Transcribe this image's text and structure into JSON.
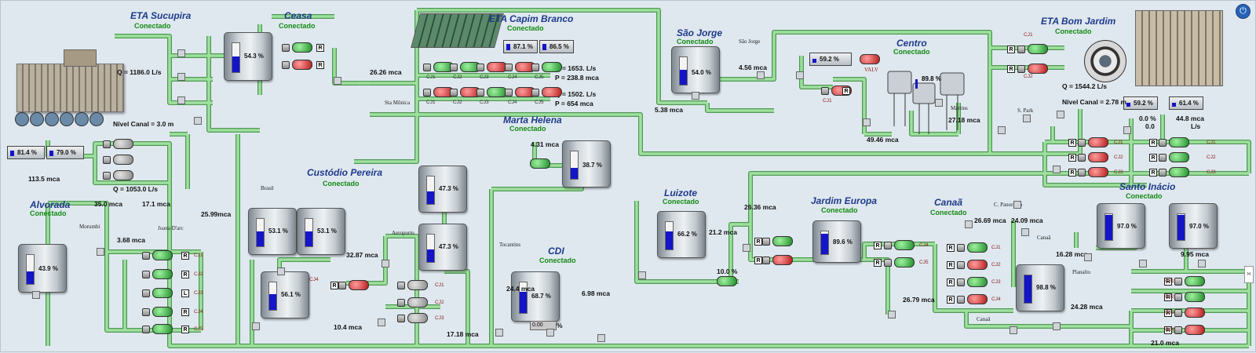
{
  "stations": {
    "sucupira": {
      "title": "ETA Sucupira",
      "status": "Conectado"
    },
    "ceasa": {
      "title": "Ceasa",
      "status": "Conectado"
    },
    "capim_branco": {
      "title": "ETA Capim Branco",
      "status": "Conectado"
    },
    "sao_jorge": {
      "title": "São Jorge",
      "status": "Conectado"
    },
    "centro": {
      "title": "Centro",
      "status": "Conectado"
    },
    "bom_jardim": {
      "title": "ETA Bom Jardim",
      "status": "Conectado"
    },
    "marta_helena": {
      "title": "Marta Helena",
      "status": "Conectado"
    },
    "custodio": {
      "title": "Custódio Pereira",
      "status": "Conectado"
    },
    "alvorada": {
      "title": "Alvorada",
      "status": "Conectado"
    },
    "luizote": {
      "title": "Luizote",
      "status": "Conectado"
    },
    "jardim_europa": {
      "title": "Jardim Europa",
      "status": "Conectado"
    },
    "canaa": {
      "title": "Canaã",
      "status": "Conectado"
    },
    "santo_inacio": {
      "title": "Santo Inácio",
      "status": "Conectado"
    },
    "cdi": {
      "title": "CDI",
      "status": "Conectado"
    }
  },
  "tanks": {
    "ceasa": {
      "label": "54.3  %",
      "level": 0.54
    },
    "sao_jorge": {
      "label": "54.0  %",
      "level": 0.54
    },
    "centro_a": {
      "label": "89.8 %",
      "level": 0.9
    },
    "marta_helena": {
      "label": "38.7  %",
      "level": 0.39
    },
    "custodio_top": {
      "label": "47.3  %",
      "level": 0.47
    },
    "custodio_mid": {
      "label": "47.3  %",
      "level": 0.47
    },
    "custodio_1": {
      "label": "53.1  %",
      "level": 0.53
    },
    "custodio_2": {
      "label": "53.1  %",
      "level": 0.53
    },
    "custodio_cj4": {
      "label": "56.1  %",
      "level": 0.56
    },
    "alvorada": {
      "label": "43.9  %",
      "level": 0.44
    },
    "cdi": {
      "label": "68.7  %",
      "level": 0.69
    },
    "luizote": {
      "label": "66.2  %",
      "level": 0.66
    },
    "jardim_europa": {
      "label": "89.6  %",
      "level": 0.9
    },
    "canaa": {
      "label": "98.8  %",
      "level": 0.99
    },
    "santo_inacio_1": {
      "label": "97.0  %",
      "level": 0.97
    },
    "santo_inacio_2": {
      "label": "97.0  %",
      "level": 0.97
    }
  },
  "gauges": {
    "sucupira_1": {
      "label": "81.4  %",
      "level": 0.81
    },
    "sucupira_2": {
      "label": "79.0  %",
      "level": 0.79
    },
    "capim_1": {
      "label": "87.1  %",
      "level": 0.87
    },
    "capim_2": {
      "label": "86.5  %",
      "level": 0.86
    },
    "centro_valv": {
      "label": "59.2  %",
      "level": 0.59
    },
    "bom_jardim_1": {
      "label": "59.2  %",
      "level": 0.59
    },
    "bom_jardim_2": {
      "label": "61.4  %",
      "level": 0.61
    },
    "cdi_valve": {
      "label": "0.00",
      "level": 0.0
    }
  },
  "readings": {
    "suc_q1": "Q = 1186.0  L/s",
    "suc_level": "Nível Canal = 3.0    m",
    "suc_q2": "Q = 1053.0 L/s",
    "mca_113": "113.5 mca",
    "mca_35": "35.0 mca",
    "mca_171": "17.1 mca",
    "mca_2599": "25.99mca",
    "mca_368": "3.68 mca",
    "mca_2626": "26.26 mca",
    "cb_q1": "Q = 1653.  L/s",
    "cb_p1": "P = 238.8 mca",
    "cb_q2": "Q = 1502.  L/s",
    "cb_p2": "P = 654  mca",
    "mca_538": "5.38 mca",
    "mca_456": "4.56 mca",
    "mca_431": "4.31 mca",
    "mca_2718": "27.18 mca",
    "mca_4946": "49.46 mca",
    "bj_q": "Q = 1544.2 L/s",
    "bj_level": "Nível Canal = 2.78  m",
    "bj_pct": "0.0 %",
    "bj_mca": "44.8 mca",
    "bj_zero": "0.0",
    "bj_ls": "L/s",
    "mca_2636": "26.36 mca",
    "mca_212": "21.2 mca",
    "mca_100": "10.0 %",
    "mca_3287": "32.87 mca",
    "mca_104": "10.4 mca",
    "mca_1718": "17.18 mca",
    "mca_244": "24.4 mca",
    "mca_698": "6.98 mca",
    "cdi_pct": "%",
    "mca_2669": "26.69 mca",
    "mca_2409": "24.09 mca",
    "mca_1628": "16.28 mca",
    "mca_995": "9.95 mca",
    "mca_2679": "26.79 mca",
    "mca_2428": "24.28 mca",
    "mca_210": "21.0 mca"
  },
  "places": {
    "sta_monica": "Sta Mônica",
    "sao_jorge_small": "São Jorge",
    "martins": "Martins",
    "s_park": "S. Park",
    "brasil": "Brasil",
    "morumbi": "Morumbi",
    "joana": "Joana D'arc",
    "aeroporto": "Aeroporto",
    "tocantins": "Tocantins",
    "panorama": "C. Panorama",
    "canaa_small": "Canaã",
    "planalto": "Planalto",
    "canaa_bottom": "Canaã",
    "valv": "VALV"
  },
  "pump_labels": {
    "cj1": "CJ1",
    "cj2": "CJ2",
    "cj3": "CJ3",
    "cj4": "CJ4",
    "cj5": "CJ5",
    "r": "R",
    "l": "L"
  },
  "icons": {
    "power": "⏻",
    "side": "›‹"
  },
  "colors": {
    "pipe": "#8ed58f",
    "pipe_edge": "#4f9a53",
    "title": "#1e3a8a",
    "status": "#148a14",
    "tank_fill": "#1515c8",
    "pump_on": "#1f8f2a",
    "pump_off": "#b51b1b"
  }
}
